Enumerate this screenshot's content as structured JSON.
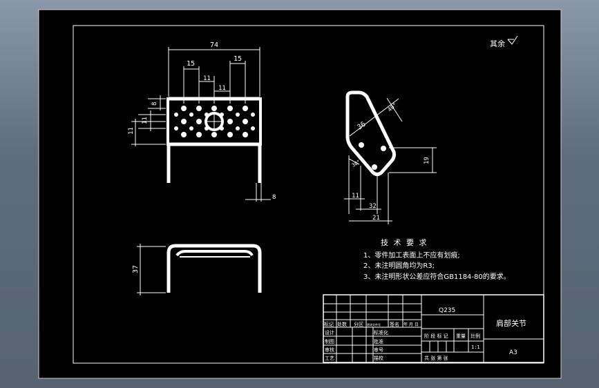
{
  "roughness_note": "其余",
  "dimensions": {
    "front_width": "74",
    "front_span_left": "15",
    "front_span_right": "15",
    "front_inner_left": "11",
    "front_inner_right": "11",
    "front_v_small": "8",
    "front_v_mid": "11",
    "front_v_total": "11",
    "front_leg": "8",
    "side_diag": "36",
    "side_angle": "40°",
    "side_height": "19",
    "side_small_angle": "30°",
    "side_b1": "11",
    "side_b2": "32",
    "side_b3": "21",
    "bottom_height": "37"
  },
  "tech_requirements": {
    "title": "技 术 要 求",
    "items": [
      "1、零件加工表面上不应有划痕;",
      "2、未注明圆角均为R3;",
      "3、未注明形状公差应符合GB1184-80的要求。"
    ]
  },
  "title_block": {
    "material": "Q235",
    "part_name": "肩部关节",
    "drawing_no": "A3",
    "row_labels": [
      "设计",
      "制图",
      "审核",
      "工艺"
    ],
    "header_labels": [
      "标记",
      "处数",
      "分区",
      "更改文件号",
      "签名",
      "年 月 日"
    ],
    "mid_labels": [
      "标准化",
      "批准",
      "审号",
      "描校"
    ],
    "stage_labels": [
      "阶 段 标 记",
      "重量",
      "比例"
    ],
    "scale": "1:1",
    "sheet_text": "共   张   第   张"
  }
}
